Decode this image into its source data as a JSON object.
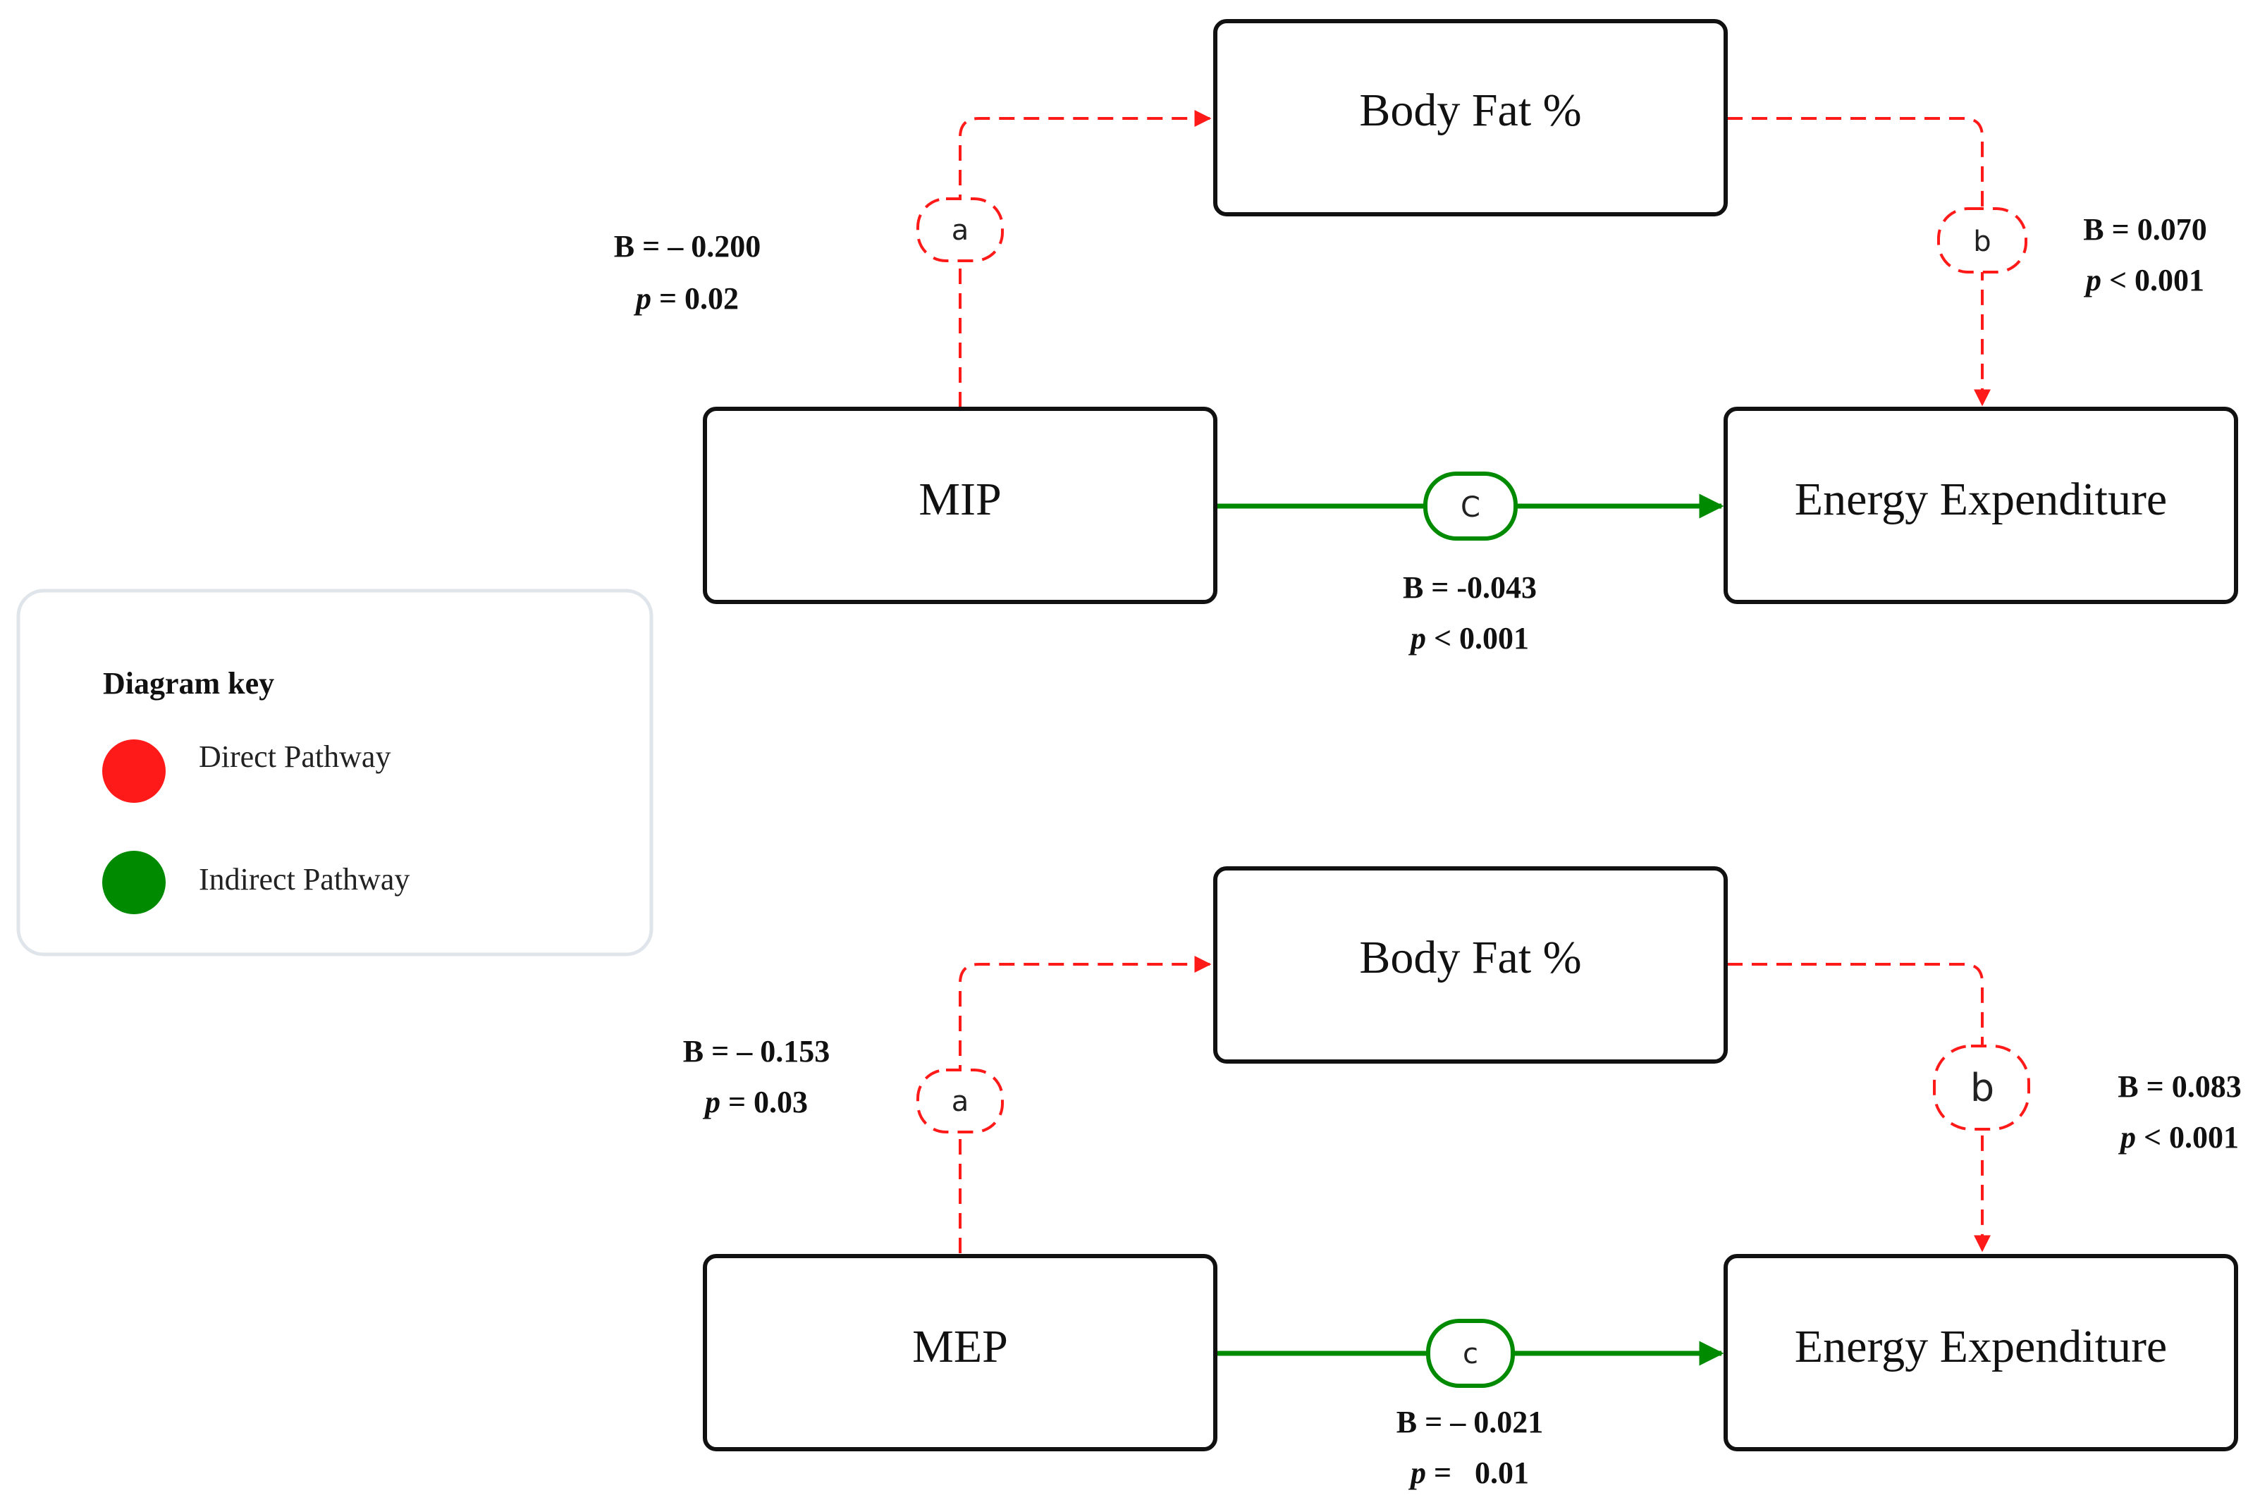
{
  "colors": {
    "direct": "#ff1a1a",
    "indirect": "#008a00",
    "box_border": "#111111",
    "key_border": "#dfe5ea"
  },
  "legend": {
    "title": "Diagram key",
    "items": [
      {
        "label": "Direct Pathway",
        "color": "#ff1a1a"
      },
      {
        "label": "Indirect Pathway",
        "color": "#008a00"
      }
    ]
  },
  "models": [
    {
      "mediator": "Body Fat %",
      "predictor": "MIP",
      "outcome": "Energy Expenditure",
      "path_a": {
        "letter": "a",
        "b": "B = – 0.200",
        "p_label": "p",
        "p_rest": " = 0.02"
      },
      "path_b": {
        "letter": "b",
        "b": "B = 0.070",
        "p_label": "p",
        "p_rest": " < 0.001"
      },
      "path_c": {
        "letter": "C",
        "b": "B = -0.043",
        "p_label": "p",
        "p_rest": " < 0.001"
      }
    },
    {
      "mediator": "Body Fat %",
      "predictor": "MEP",
      "outcome": "Energy Expenditure",
      "path_a": {
        "letter": "a",
        "b": "B = – 0.153",
        "p_label": "p",
        "p_rest": " = 0.03"
      },
      "path_b": {
        "letter": "b",
        "b": "B = 0.083",
        "p_label": "p",
        "p_rest": " < 0.001"
      },
      "path_c": {
        "letter": "c",
        "b": "B = – 0.021",
        "p_label": "p",
        "p_rest": " =   0.01"
      }
    }
  ]
}
